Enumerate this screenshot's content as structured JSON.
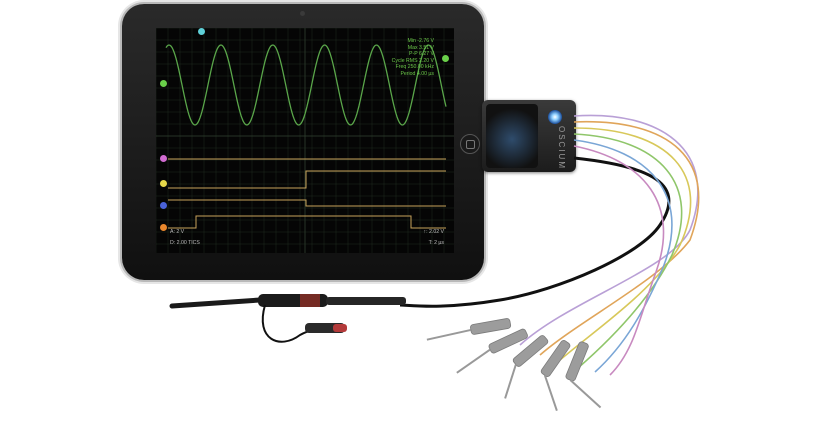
{
  "device": {
    "brand": "OSCIUM"
  },
  "measurements": {
    "min": "Min -2.76 V",
    "max": "Max 3.51 V",
    "pp": "P-P 6.27 V",
    "cycle_rms": "Cycle RMS 2.20 V",
    "freq": "Freq 250.00 kHz",
    "period": "Period 4.00 µs"
  },
  "status": {
    "channel_a": "A: 2 V",
    "trigger_level": "↑: 2.02 V",
    "digital": "D: 2.00  TICS",
    "timebase": "T: 2 µs"
  },
  "colors": {
    "analog_trace": "#5aa64a",
    "logic_trace": "#c8a25a",
    "grid": "#1f2a1f",
    "ch_pink": "#d06bd0",
    "ch_yellow": "#e6d84a",
    "ch_blue": "#4a62d8",
    "ch_orange": "#e8862c",
    "marker_green": "#6ad04a",
    "marker_cyan": "#5fd0d8"
  },
  "icons": {
    "trigger": "trigger-marker-icon",
    "level": "level-marker-icon",
    "probe": "oscilloscope-probe-icon",
    "clip": "logic-clip-icon"
  }
}
